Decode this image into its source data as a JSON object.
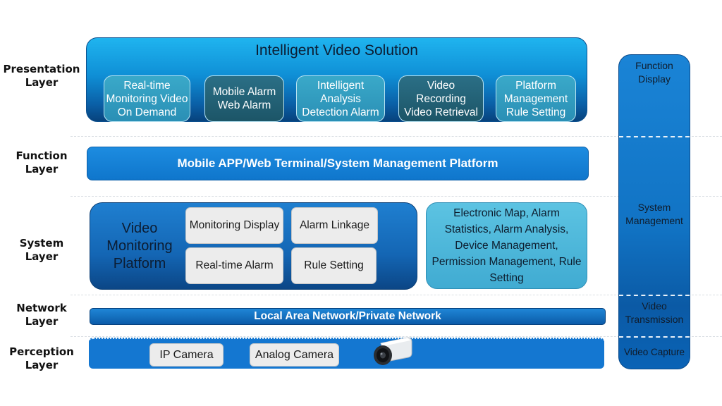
{
  "layers": {
    "presentation": "Presentation Layer",
    "function": "Function Layer",
    "system": "System Layer",
    "network": "Network Layer",
    "perception": "Perception Layer"
  },
  "presentation": {
    "title": "Intelligent Video Solution",
    "boxes": [
      {
        "label": "Real-time Monitoring Video On Demand",
        "style": "light"
      },
      {
        "label": "Mobile Alarm Web Alarm",
        "style": "dark"
      },
      {
        "label": "Intelligent Analysis Detection Alarm",
        "style": "light"
      },
      {
        "label": "Video Recording Video Retrieval",
        "style": "dark"
      },
      {
        "label": "Platform Management Rule Setting",
        "style": "light"
      }
    ]
  },
  "function": {
    "bar_label": "Mobile APP/Web Terminal/System Management Platform"
  },
  "system": {
    "platform_title": "Video Monitoring Platform",
    "boxes": [
      "Monitoring Display",
      "Alarm Linkage",
      "Real-time Alarm",
      "Rule Setting"
    ],
    "management_text": "Electronic Map, Alarm Statistics, Alarm Analysis, Device Management, Permission Management, Rule Setting"
  },
  "network": {
    "bar_label": "Local Area Network/Private Network"
  },
  "perception": {
    "boxes": [
      "IP Camera",
      "Analog Camera"
    ],
    "icon": "bullet-camera-icon"
  },
  "side_column": {
    "sections": [
      "Function Display",
      "System Management",
      "Video Transmission",
      "Video Capture"
    ]
  }
}
